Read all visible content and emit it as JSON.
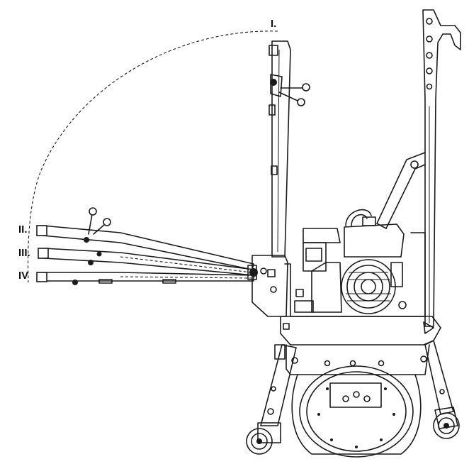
{
  "diagram": {
    "positions": [
      {
        "id": "I",
        "label": "I."
      },
      {
        "id": "II",
        "label": "II."
      },
      {
        "id": "III",
        "label": "III."
      },
      {
        "id": "IV",
        "label": "IV"
      }
    ],
    "colors": {
      "line": "#1a1a1a",
      "background": "#ffffff"
    }
  }
}
